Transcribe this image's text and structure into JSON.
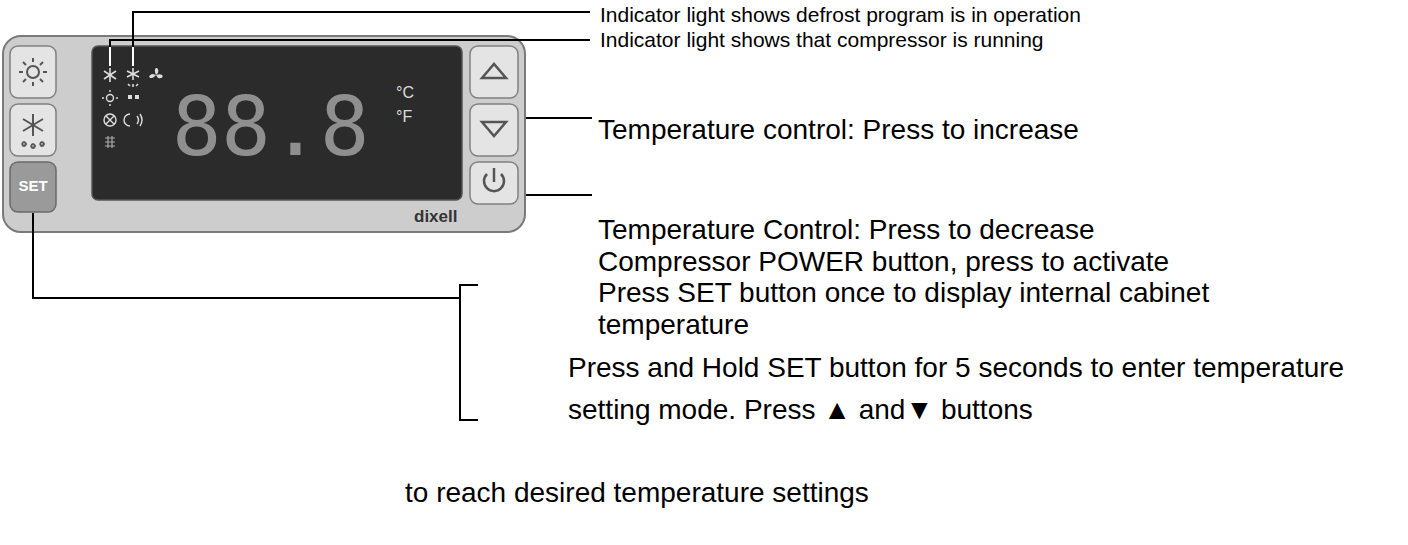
{
  "diagram": {
    "labels": [
      "Indicator light shows defrost program is in operation",
      "Indicator light shows that compressor is running",
      "Temperature control: Press to increase",
      "Temperature Control: Press to decrease",
      "Compressor POWER button, press to activate",
      "Press SET button once to display internal cabinet temperature",
      "Press and Hold SET button for 5 seconds to enter temperature setting mode.  Press ▲ and▼ buttons",
      "to reach desired temperature settings",
      "SET",
      "88.8",
      "°C",
      "°F",
      "dixell"
    ]
  }
}
